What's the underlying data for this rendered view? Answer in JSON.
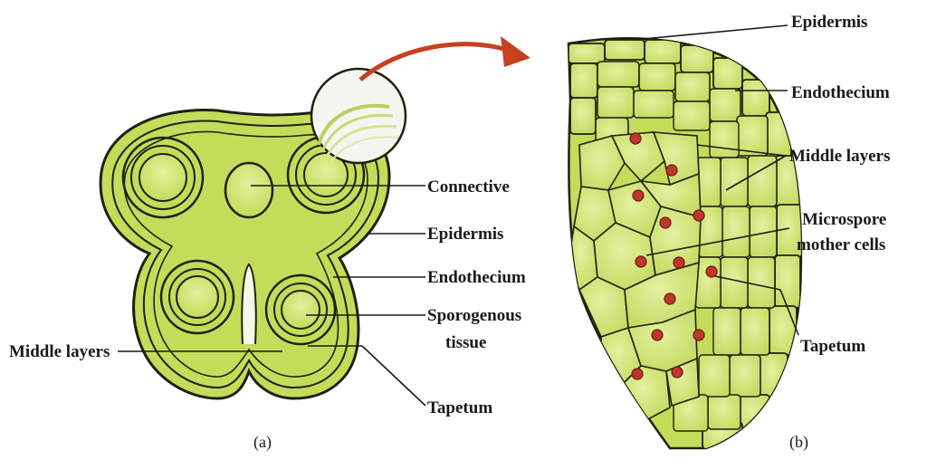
{
  "colors": {
    "tissue": "#c4dc5a",
    "tissue_light": "#dcec8c",
    "outline": "#1e2210",
    "nucleus": "#c0362a",
    "arrow": "#c8401e"
  },
  "panel_a": {
    "caption": "(a)",
    "labels": {
      "connective": "Connective",
      "epidermis": "Epidermis",
      "endothecium": "Endothecium",
      "sporogenous_1": "Sporogenous",
      "sporogenous_2": "tissue",
      "middle_layers": "Middle layers",
      "tapetum": "Tapetum"
    }
  },
  "panel_b": {
    "caption": "(b)",
    "labels": {
      "epidermis": "Epidermis",
      "endothecium": "Endothecium",
      "middle_layers": "Middle layers",
      "microspore_1": "Microspore",
      "microspore_2": "mother cells",
      "tapetum": "Tapetum"
    }
  }
}
